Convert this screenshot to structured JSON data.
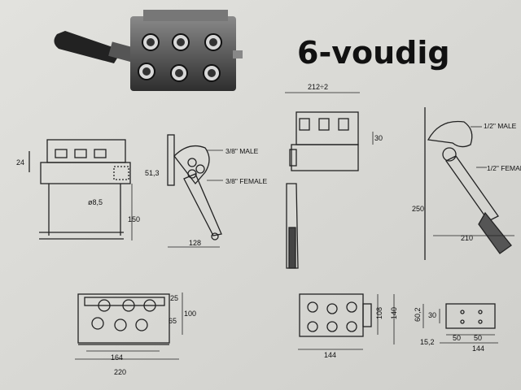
{
  "title": "6-voudig",
  "front_view": {
    "dim_height": "24",
    "dim_bore": "ø8,5",
    "dim_bracket": "150"
  },
  "side_view": {
    "dim_offset": "51,3",
    "dim_length": "128",
    "port_male": "3/8\" MALE",
    "port_female": "3/8\" FEMALE"
  },
  "top_view": {
    "dim_25": "25",
    "dim_65": "65",
    "dim_100": "100",
    "dim_164": "164",
    "dim_220": "220"
  },
  "large_front": {
    "dim_width": "212÷2",
    "dim_30": "30"
  },
  "large_side": {
    "port_male": "1/2\" MALE",
    "port_female": "1/2\" FEMAL",
    "dim_250": "250",
    "dim_210": "210"
  },
  "large_top": {
    "dim_108": "108",
    "dim_140": "140",
    "dim_144": "144"
  },
  "flange": {
    "dim_60_2": "60,2",
    "dim_30": "30",
    "dim_15_2": "15,2",
    "dim_50a": "50",
    "dim_50b": "50",
    "dim_144": "144"
  }
}
